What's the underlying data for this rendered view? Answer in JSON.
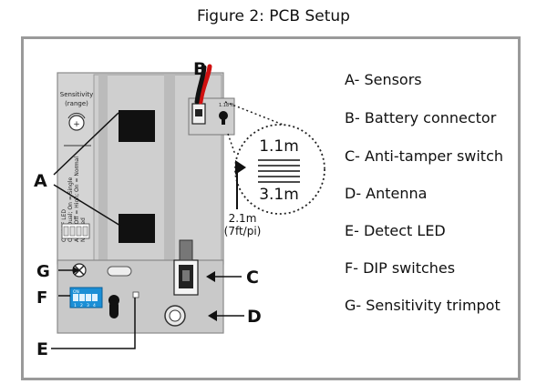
{
  "figure": {
    "title": "Figure 2: PCB Setup"
  },
  "legend": [
    "A- Sensors",
    "B- Battery connector",
    "C- Anti-tamper switch",
    "D- Antenna",
    "E- Detect LED",
    "F- DIP switches",
    "G- Sensitivity trimpot"
  ],
  "callouts": {
    "a": "A",
    "b": "B",
    "c": "C",
    "d": "D",
    "e": "E",
    "f": "F",
    "g": "G"
  },
  "board": {
    "sensitivity_label": "Sensitivity",
    "range_label": "(range)",
    "dip_notes": [
      "CH/OFF LED",
      "Off = Dual; On = Single",
      "AIR/P: Off = High; On = Normal",
      "Not used"
    ],
    "dip_header": "ON",
    "dip_numbers": [
      "1",
      "2",
      "3",
      "4"
    ],
    "connector_tag": "1.18 ft"
  },
  "zoom": {
    "top_value": "1.1m",
    "bottom_value": "3.1m"
  },
  "distance": {
    "value": "2.1m",
    "unit": "(7ft/pi)"
  }
}
